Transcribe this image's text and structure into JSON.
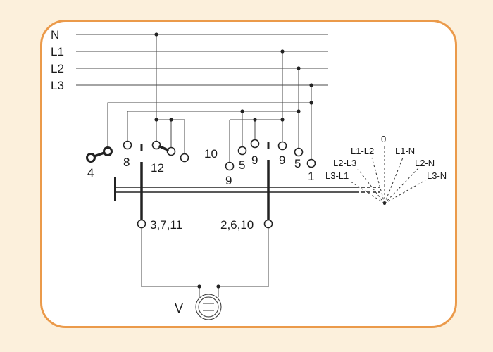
{
  "bus_lines": [
    "N",
    "L1",
    "L2",
    "L3"
  ],
  "contact_numbers": {
    "c4": "4",
    "c8": "8",
    "c12": "12",
    "c10": "10",
    "c9a": "9",
    "c5a": "5",
    "c9b": "9",
    "c9c": "9",
    "c5b": "5",
    "c1": "1"
  },
  "terminals": {
    "left": "3,7,11",
    "right": "2,6,10"
  },
  "selector_positions": [
    "0",
    "L1-L2",
    "L1-N",
    "L2-L3",
    "L2-N",
    "L3-L1",
    "L3-N"
  ],
  "meter_label": "V",
  "colors": {
    "background": "#fcf0dc",
    "card": "#ffffff",
    "card_border": "#eb9a4a",
    "line": "#333333"
  }
}
